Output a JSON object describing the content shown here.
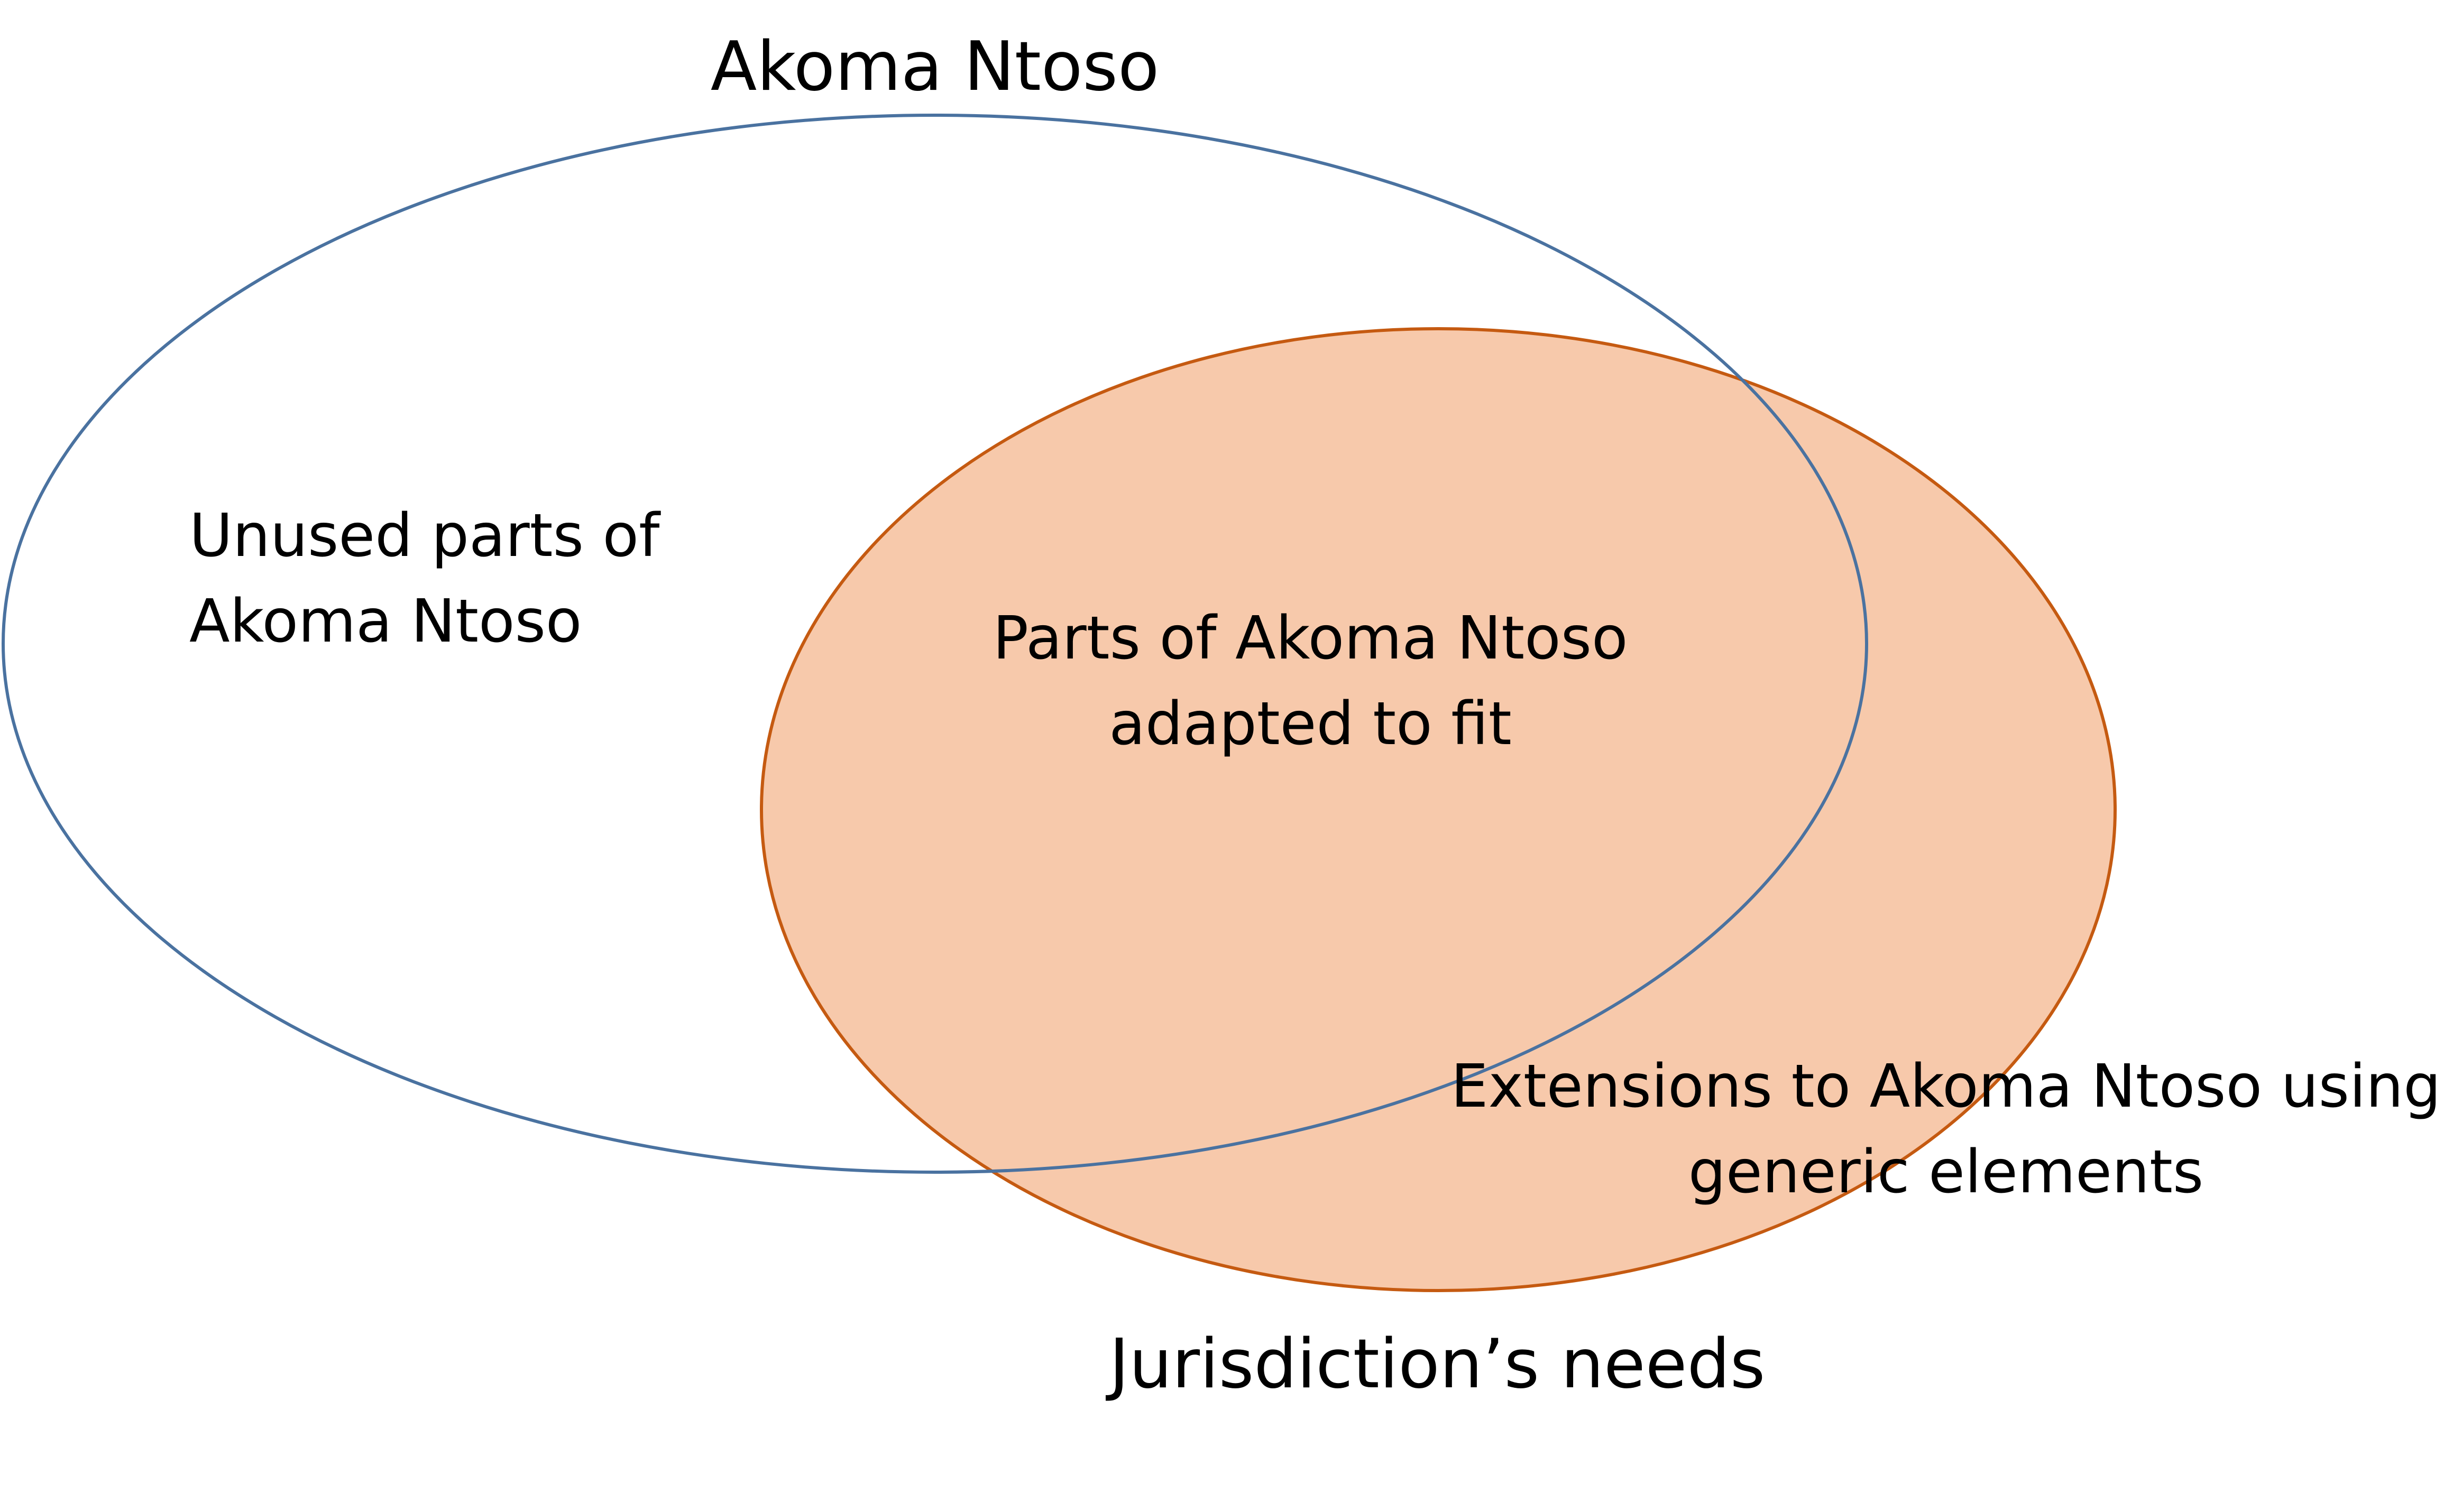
{
  "diagram": {
    "type": "venn",
    "sets": [
      {
        "id": "akoma-ntoso",
        "title": "Akoma Ntoso",
        "stroke": "#4a72a0",
        "fill": "none"
      },
      {
        "id": "jurisdiction-needs",
        "title": "Jurisdiction’s needs",
        "stroke": "#c55a11",
        "fill": "#f7c9ab"
      }
    ],
    "regions": {
      "unused": {
        "line1": "Unused parts of",
        "line2": "Akoma Ntoso"
      },
      "overlap": {
        "line1": "Parts of Akoma Ntoso",
        "line2": "adapted to fit"
      },
      "extensions": {
        "line1": "Extensions to Akoma Ntoso using",
        "line2": "generic elements"
      }
    }
  }
}
